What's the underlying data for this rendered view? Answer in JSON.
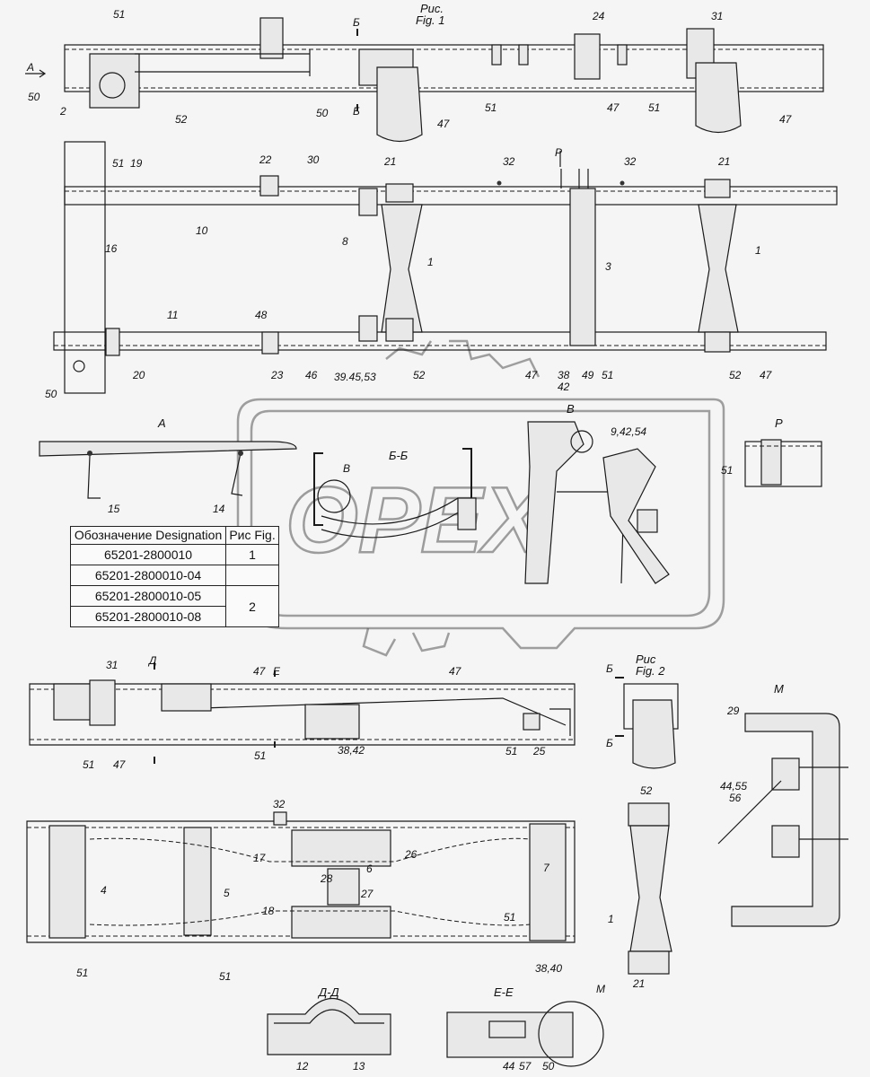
{
  "figure_labels": {
    "fig1_ru": "Рис.",
    "fig1_en": "Fig. 1",
    "fig2_ru": "Рис",
    "fig2_en": "Fig. 2"
  },
  "section_labels": {
    "A": "А",
    "B_B": "Б-Б",
    "V": "В",
    "V_detail": "В",
    "P": "Р",
    "P_arrow": "Р",
    "M": "М",
    "D_D": "Д-Д",
    "E_E": "Е-Е",
    "B_mark_top": "Б",
    "B_mark_bottom": "Б",
    "D_mark": "Д",
    "E_mark": "Е",
    "A_arrow": "А"
  },
  "table": {
    "header_col1": "Обозначение Designation",
    "header_col2": "Рис Fig.",
    "rows": [
      {
        "designation": "65201-2800010",
        "fig": "1"
      },
      {
        "designation": "65201-2800010-04",
        "fig": ""
      },
      {
        "designation": "65201-2800010-05",
        "fig": "2"
      },
      {
        "designation": "65201-2800010-08",
        "fig": ""
      }
    ]
  },
  "callouts": {
    "top_view": [
      "51",
      "24",
      "31",
      "50",
      "2",
      "52",
      "50",
      "51",
      "47",
      "51",
      "47",
      "47"
    ],
    "plan_view": [
      "51",
      "19",
      "22",
      "30",
      "21",
      "32",
      "32",
      "21",
      "10",
      "8",
      "1",
      "3",
      "1",
      "16",
      "11",
      "48",
      "20",
      "23",
      "46",
      "39.45,53",
      "52",
      "47",
      "38",
      "49",
      "51",
      "42",
      "52",
      "47",
      "50"
    ],
    "section_a": [
      "15",
      "14"
    ],
    "section_bb": [
      "9,42,54"
    ],
    "section_p": [
      "51"
    ],
    "fig2_side": [
      "31",
      "47",
      "47",
      "51",
      "47",
      "38,42",
      "51",
      "25",
      "51"
    ],
    "fig2_plan": [
      "32",
      "4",
      "17",
      "26",
      "28",
      "6",
      "27",
      "5",
      "7",
      "18",
      "51",
      "1",
      "51",
      "51",
      "38,40",
      "21",
      "52"
    ],
    "section_m": [
      "29",
      "44,55",
      "56"
    ],
    "section_dd": [
      "12",
      "13"
    ],
    "section_ee": [
      "44",
      "57",
      "50"
    ]
  },
  "watermark": {
    "text": "OPEX"
  }
}
